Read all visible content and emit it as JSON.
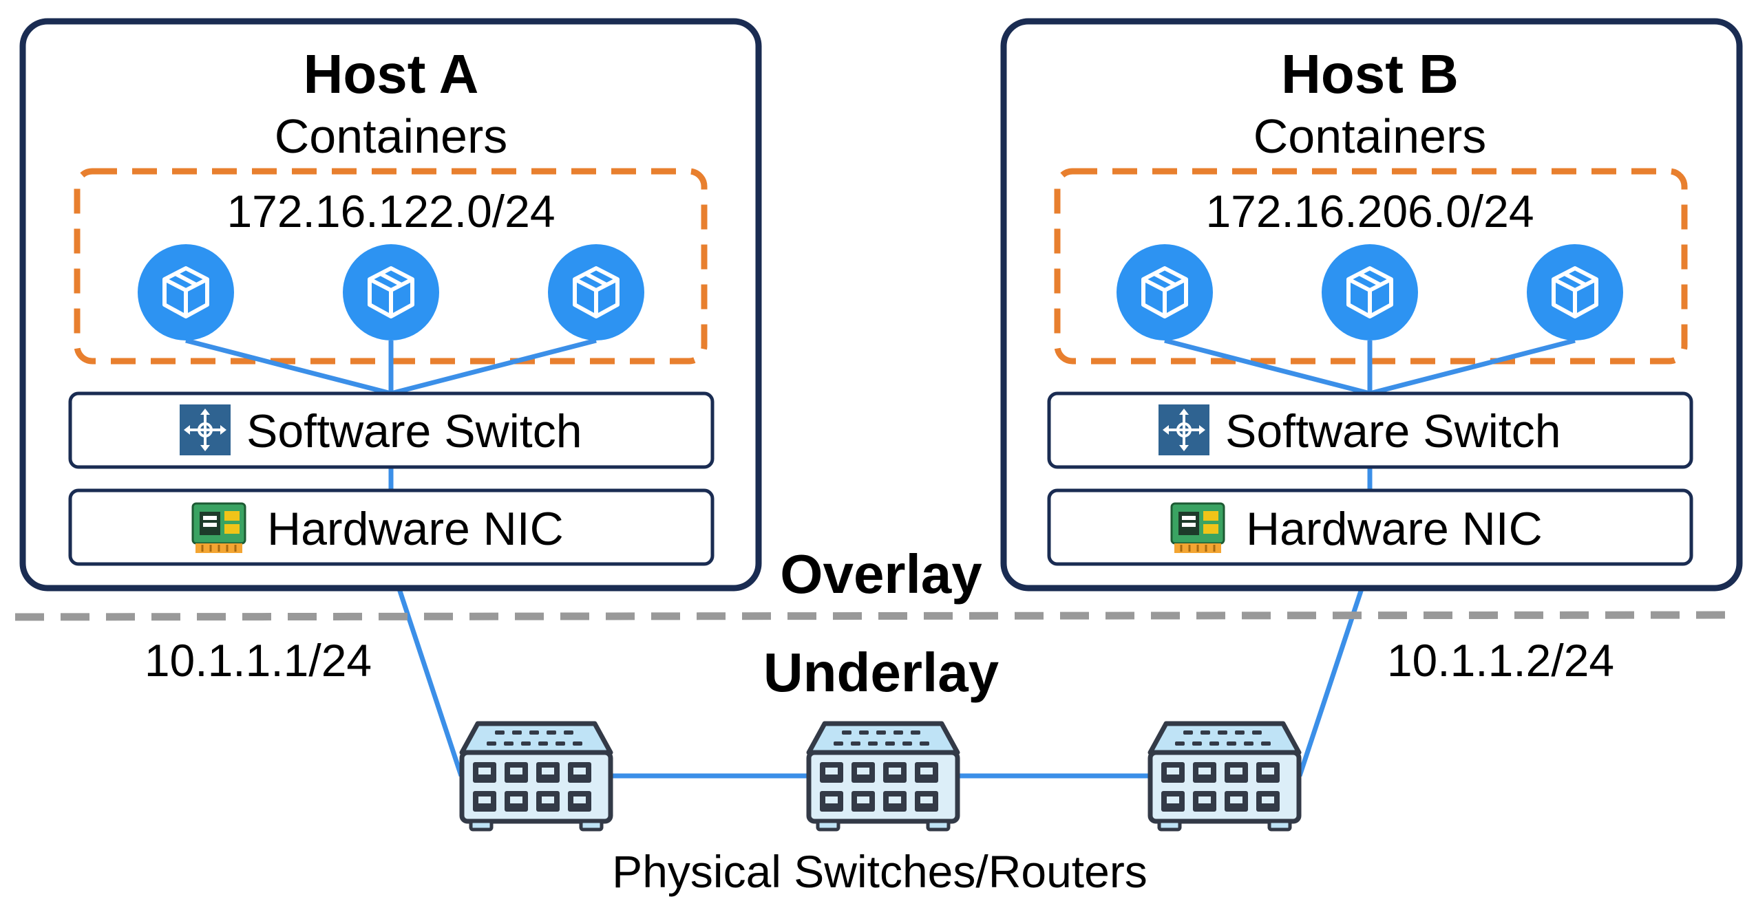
{
  "hosts": [
    {
      "title": "Host A",
      "subtitle": "Containers",
      "subnet": "172.16.122.0/24",
      "software_switch": "Software Switch",
      "hardware_nic": "Hardware NIC",
      "underlay_ip": "10.1.1.1/24",
      "containers": [
        "container-icon",
        "container-icon",
        "container-icon"
      ]
    },
    {
      "title": "Host B",
      "subtitle": "Containers",
      "subnet": "172.16.206.0/24",
      "software_switch": "Software Switch",
      "hardware_nic": "Hardware NIC",
      "underlay_ip": "10.1.1.2/24",
      "containers": [
        "container-icon",
        "container-icon",
        "container-icon"
      ]
    }
  ],
  "overlay_label": "Overlay",
  "underlay_label": "Underlay",
  "physical_label": "Physical Switches/Routers",
  "physical_switch_count": 3,
  "colors": {
    "host_border": "#1a2c52",
    "container_group_border": "#e87f2e",
    "link": "#3b8fe8",
    "container_icon": "#2d93f2",
    "software_switch_icon": "#2f6391",
    "nic_icon": "#3aa362",
    "divider": "#999999"
  }
}
